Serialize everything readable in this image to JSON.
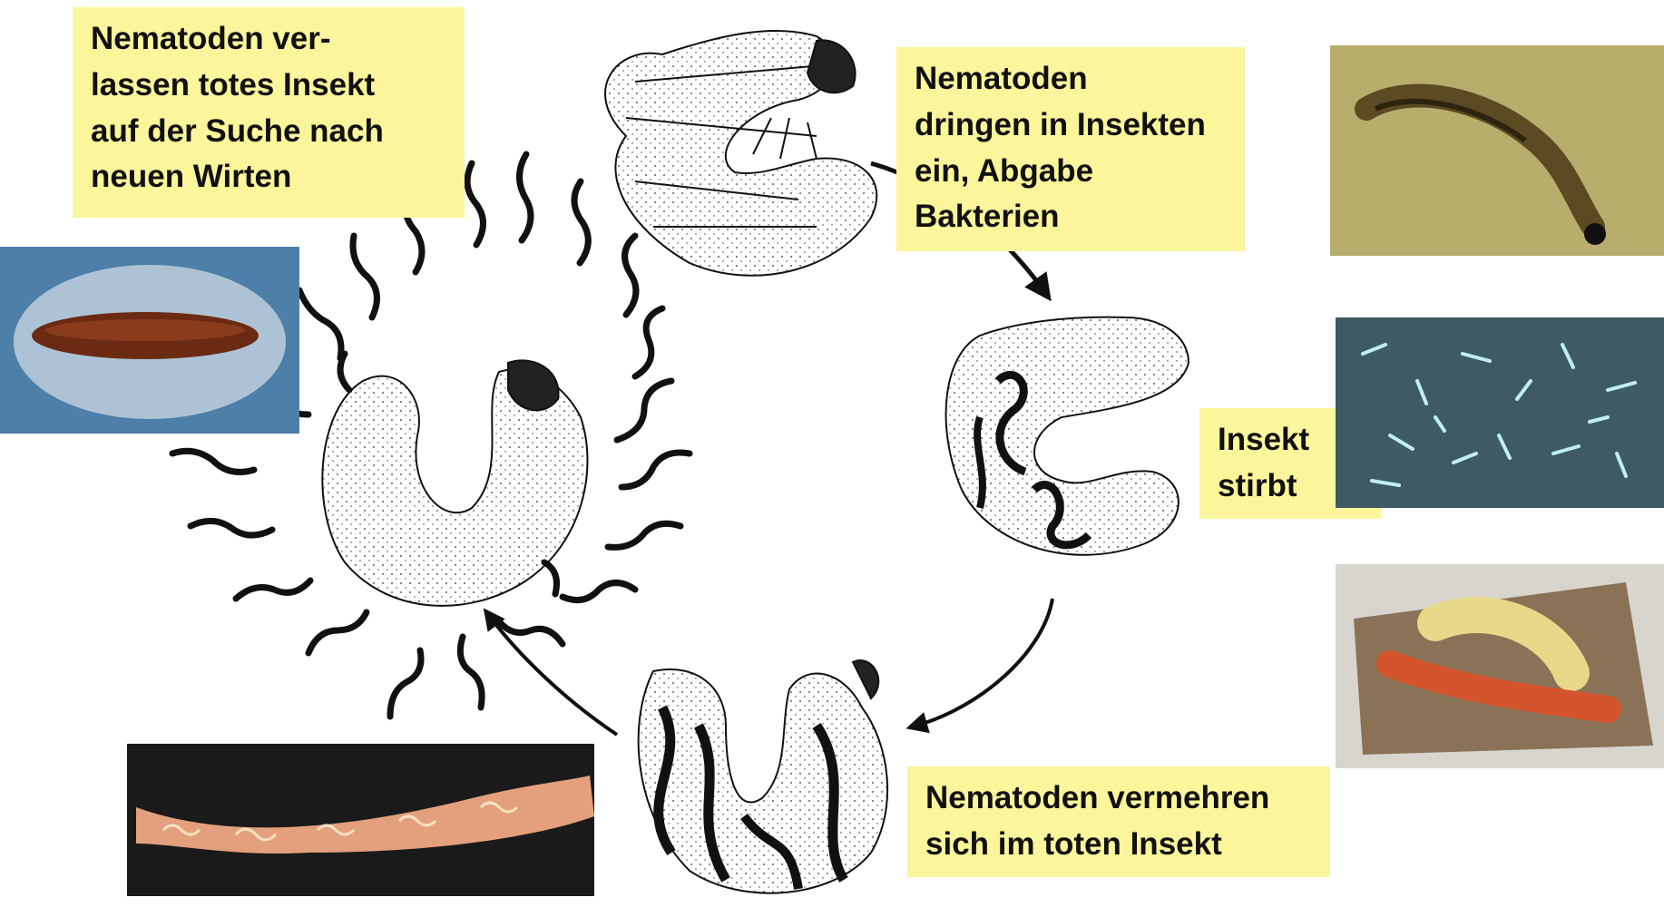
{
  "labels": {
    "leave": "Nematoden ver-\nlassen totes Insekt\nauf der Suche nach\nneuen Wirten",
    "penetrate": "Nematoden\ndringen in Insekten\nein, Abgabe\nBakterien",
    "dies": "Insekt\nstirbt",
    "reproduce": "Nematoden vermehren\nsich im toten Insekt"
  },
  "colors": {
    "label_background": "#fbf59b",
    "ink": "#111111"
  },
  "photos": [
    {
      "name": "larva-in-web-photo",
      "depicts": "moth larva in silk cocoon"
    },
    {
      "name": "nematode-micrograph-photo",
      "depicts": "nematode under microscope"
    },
    {
      "name": "bacteria-micrograph-photo",
      "depicts": "symbiotic bacteria"
    },
    {
      "name": "infected-larvae-photo",
      "depicts": "infected larvae on soil"
    },
    {
      "name": "nematodes-in-larva-photo",
      "depicts": "nematodes inside dead larva"
    }
  ]
}
